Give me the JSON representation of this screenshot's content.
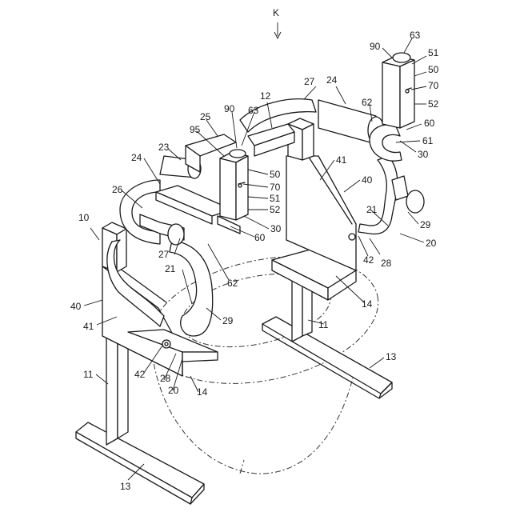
{
  "figure": {
    "view_letter": "K",
    "labels": [
      {
        "id": "k-90-right",
        "text": "90"
      },
      {
        "id": "k-63-right-top",
        "text": "63"
      },
      {
        "id": "k-51-right",
        "text": "51"
      },
      {
        "id": "k-50-right",
        "text": "50"
      },
      {
        "id": "k-70-right",
        "text": "70"
      },
      {
        "id": "k-52-right",
        "text": "52"
      },
      {
        "id": "k-24-right",
        "text": "24"
      },
      {
        "id": "k-27-top",
        "text": "27"
      },
      {
        "id": "k-62-right",
        "text": "62"
      },
      {
        "id": "k-60-right",
        "text": "60"
      },
      {
        "id": "k-61-right",
        "text": "61"
      },
      {
        "id": "k-30-right",
        "text": "30"
      },
      {
        "id": "k-12",
        "text": "12"
      },
      {
        "id": "k-90-center",
        "text": "90"
      },
      {
        "id": "k-63-center",
        "text": "63"
      },
      {
        "id": "k-25",
        "text": "25"
      },
      {
        "id": "k-95",
        "text": "95"
      },
      {
        "id": "k-23",
        "text": "23"
      },
      {
        "id": "k-24-left",
        "text": "24"
      },
      {
        "id": "k-50-center",
        "text": "50"
      },
      {
        "id": "k-70-center",
        "text": "70"
      },
      {
        "id": "k-51-center",
        "text": "51"
      },
      {
        "id": "k-52-center",
        "text": "52"
      },
      {
        "id": "k-26",
        "text": "26"
      },
      {
        "id": "k-41-right",
        "text": "41"
      },
      {
        "id": "k-40-right",
        "text": "40"
      },
      {
        "id": "k-21-right",
        "text": "21"
      },
      {
        "id": "k-29-right",
        "text": "29"
      },
      {
        "id": "k-20-right",
        "text": "20"
      },
      {
        "id": "k-28-right",
        "text": "28"
      },
      {
        "id": "k-42-right",
        "text": "42"
      },
      {
        "id": "k-30-center",
        "text": "30"
      },
      {
        "id": "k-60-center",
        "text": "60"
      },
      {
        "id": "k-27-left",
        "text": "27"
      },
      {
        "id": "k-62-center",
        "text": "62"
      },
      {
        "id": "k-10",
        "text": "10"
      },
      {
        "id": "k-21-left",
        "text": "21"
      },
      {
        "id": "k-40-left",
        "text": "40"
      },
      {
        "id": "k-41-left",
        "text": "41"
      },
      {
        "id": "k-29-left",
        "text": "29"
      },
      {
        "id": "k-14-right",
        "text": "14"
      },
      {
        "id": "k-11-right",
        "text": "11"
      },
      {
        "id": "k-13-right",
        "text": "13"
      },
      {
        "id": "k-42-left",
        "text": "42"
      },
      {
        "id": "k-28-left",
        "text": "28"
      },
      {
        "id": "k-20-left",
        "text": "20"
      },
      {
        "id": "k-14-left",
        "text": "14"
      },
      {
        "id": "k-11-left",
        "text": "11"
      },
      {
        "id": "k-13-left",
        "text": "13"
      }
    ]
  }
}
